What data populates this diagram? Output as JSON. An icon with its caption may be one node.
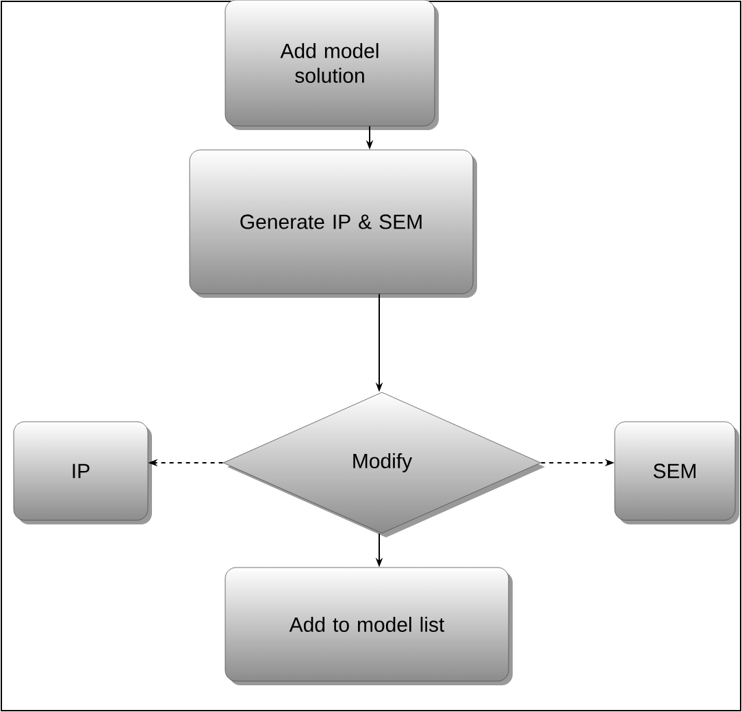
{
  "diagram": {
    "nodes": [
      {
        "text": [
          "Add model solution"
        ]
      },
      {
        "text": [
          "Generate IP & SEM"
        ]
      },
      {
        "text": [
          "IP"
        ]
      },
      {
        "text": [
          "Modify"
        ]
      },
      {
        "text": [
          "SEM"
        ]
      },
      {
        "text": [
          "Add to model list"
        ]
      }
    ],
    "edges": [
      {
        "from": 0,
        "to": 1,
        "arrow": "to"
      },
      {
        "from": 1,
        "to": 3,
        "arrow": "to"
      },
      {
        "from": 3,
        "to": 2,
        "arrow": "to",
        "style": "dashed"
      },
      {
        "from": 3,
        "to": 4,
        "arrow": "to",
        "style": "dashed"
      },
      {
        "from": 3,
        "to": 5,
        "arrow": "to"
      }
    ]
  }
}
